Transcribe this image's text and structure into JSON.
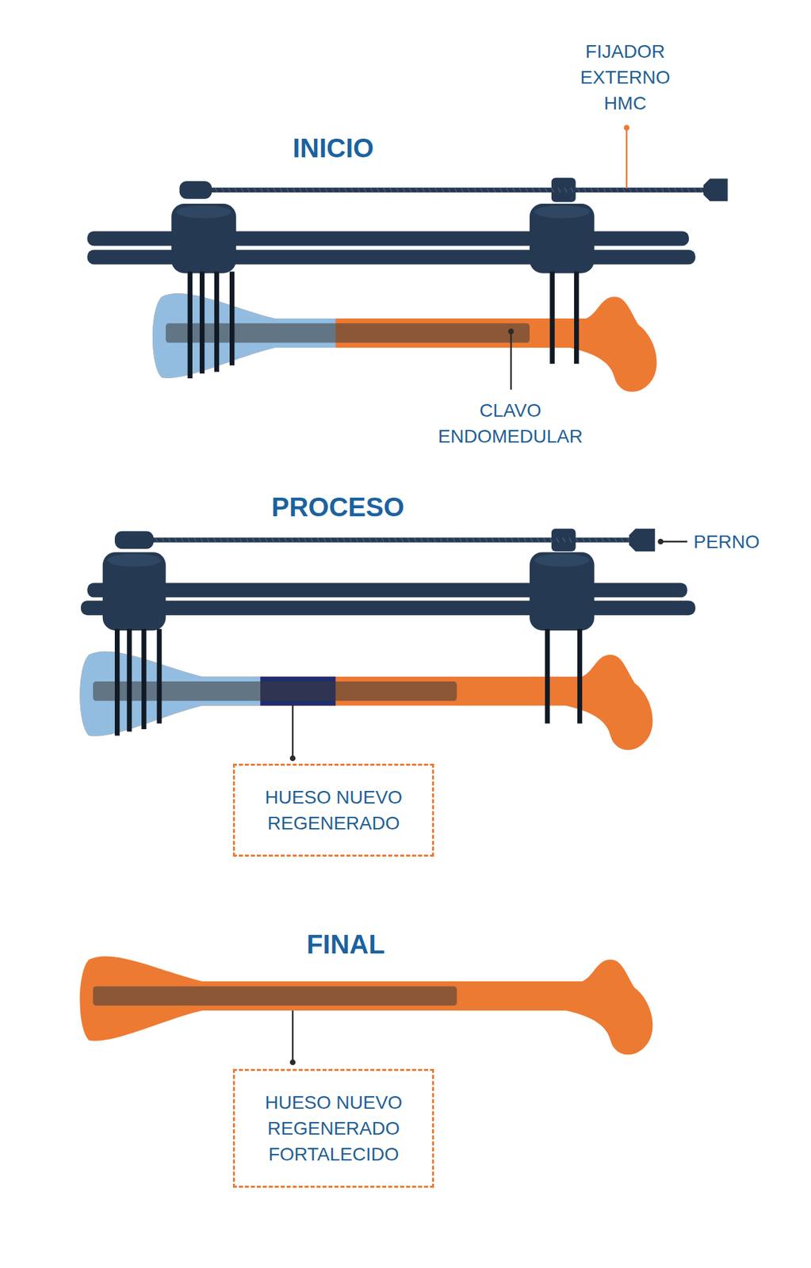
{
  "diagram": {
    "nodes": [
      {
        "text": [
          "HUESO NUEVO REGENERADO"
        ]
      },
      {
        "text": [
          "HUESO NUEVO REGENERADO FORTALECIDO"
        ]
      }
    ],
    "labels": [
      "FIJADOR EXTERNO HMC",
      "INICIO",
      "CLAVO ENDOMEDULAR",
      "PROCESO",
      "PERNO",
      "FINAL"
    ]
  }
}
